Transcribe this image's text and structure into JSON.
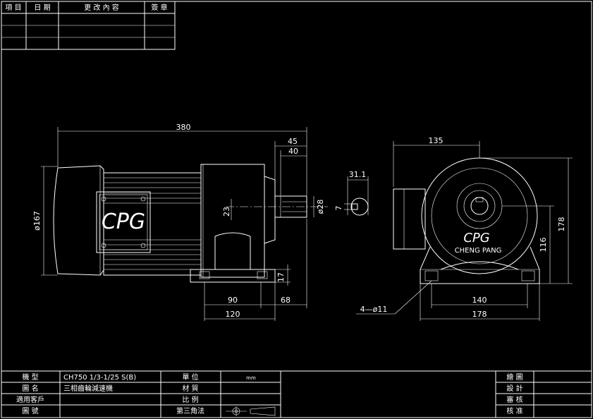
{
  "revision_table": {
    "headers": [
      "項 目",
      "日 期",
      "更 改 內 容",
      "簽 章"
    ]
  },
  "dimensions": {
    "overall_length": "380",
    "shaft_length_outer": "45",
    "shaft_length_inner": "40",
    "key_offset": "31.1",
    "key_width": "7",
    "shaft_dia": "ø28",
    "shaft_center": "23",
    "motor_dia": "ø167",
    "foot_height": "17",
    "base_inner": "90",
    "base_outer": "120",
    "base_offset": "68",
    "front_width_top": "135",
    "front_height": "178",
    "center_height": "116",
    "hole_spec": "4—ø11",
    "front_base_inner": "140",
    "front_base_outer": "178"
  },
  "labels": {
    "brand_side": "CPG",
    "brand_front": "CPG",
    "company_front": "CHENG PANG"
  },
  "title_block": {
    "model_label": "機 型",
    "model_value": "CH750 1/3-1/25 S(B)",
    "name_label": "圖 名",
    "name_value": "三相齒輪減速機",
    "customer_label": "適用客戶",
    "drawing_no_label": "圖 號",
    "unit_label": "單 位",
    "unit_value": "mm",
    "material_label": "材 質",
    "scale_label": "比 例",
    "projection_label": "第三角法",
    "drawn_label": "繪 圖",
    "design_label": "設 計",
    "review_label": "審 核",
    "approve_label": "核 准"
  }
}
